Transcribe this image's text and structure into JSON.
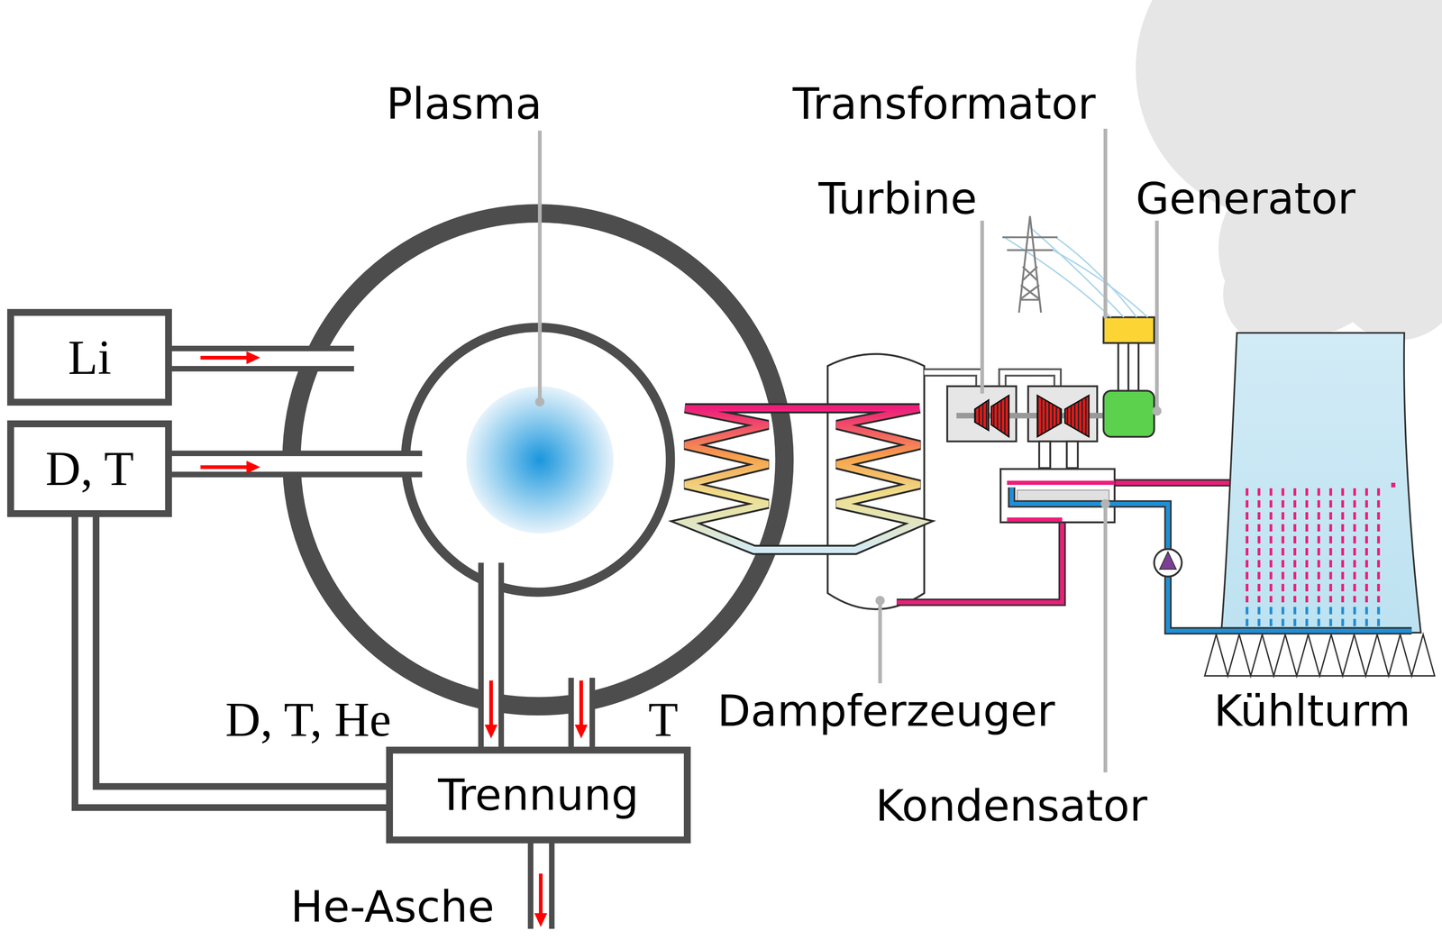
{
  "diagram": {
    "nodes": [
      {
        "text": [
          "Li"
        ]
      },
      {
        "text": [
          "D, T"
        ]
      },
      {
        "text": [
          "Trennung"
        ]
      }
    ],
    "edges": [
      {
        "from": 1,
        "to": 2,
        "arrow": "none"
      }
    ],
    "labels": [
      "Plasma",
      "Transformator",
      "Turbine",
      "Generator",
      "D, T, He",
      "T",
      "Dampferzeuger",
      "Kühlturm",
      "Kondensator",
      "He-Asche"
    ]
  }
}
